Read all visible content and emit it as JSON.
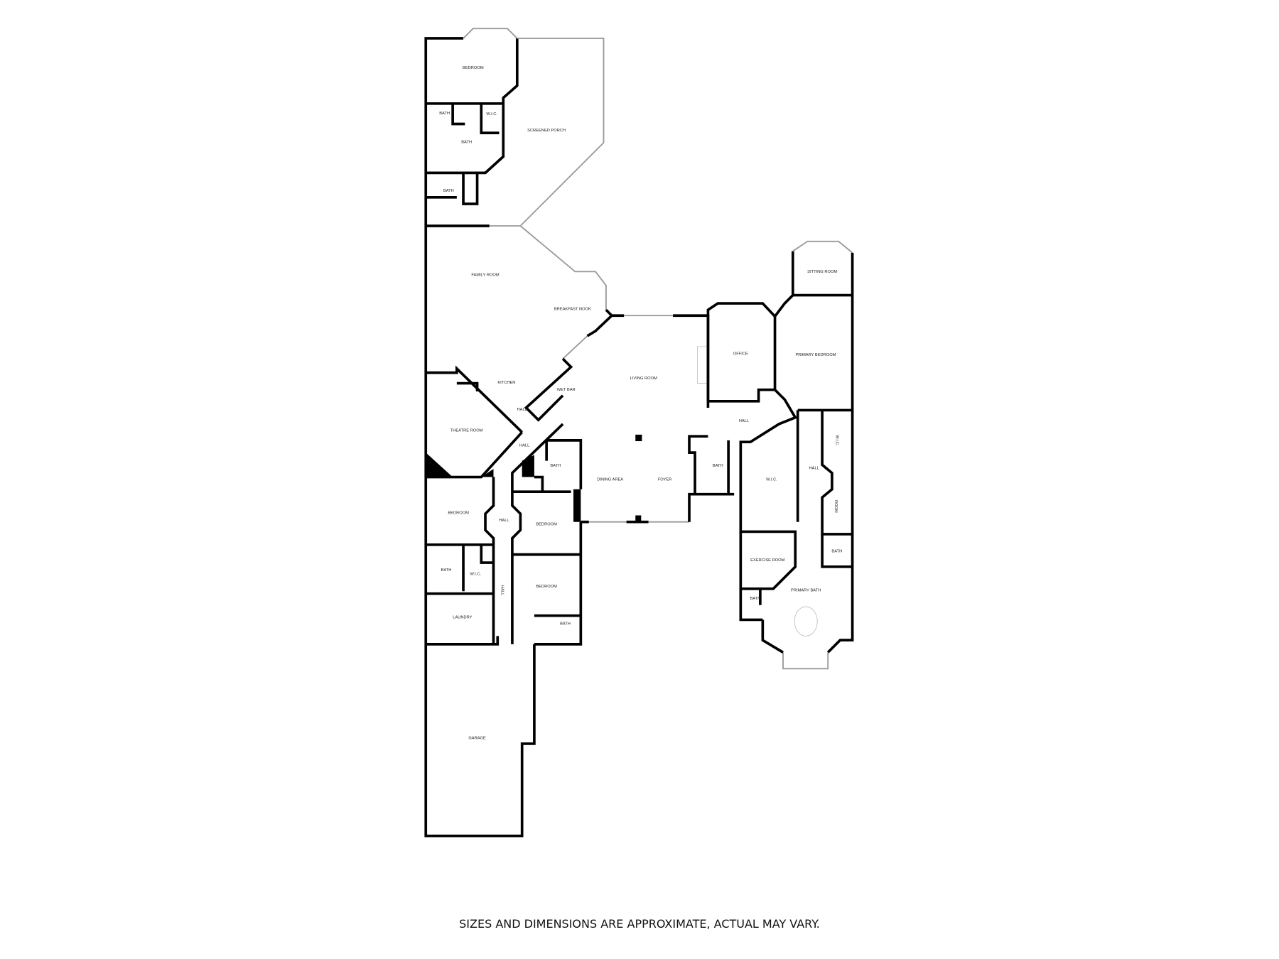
{
  "floor_plan": {
    "rooms": [
      "BEDROOM",
      "SCREENED PORCH",
      "BATH",
      "W.I.C.",
      "BATH",
      "BATH",
      "FAMILY ROOM",
      "BREAKFAST NOOK",
      "KITCHEN",
      "WET BAR",
      "HALL",
      "THEATRE ROOM",
      "HALL",
      "LIVING ROOM",
      "BATH",
      "DINING AREA",
      "FOYER",
      "BEDROOM",
      "HALL",
      "BEDROOM",
      "BATH",
      "W.I.C.",
      "HALL",
      "BEDROOM",
      "LAUNDRY",
      "BATH",
      "GARAGE",
      "SITTING ROOM",
      "OFFICE",
      "PRIMARY BEDROOM",
      "HALL",
      "BATH",
      "W.I.C.",
      "HALL",
      "W.I.C.",
      "ROOM",
      "BATH",
      "EXERCISE ROOM",
      "PRIMARY BATH",
      "BATH"
    ]
  },
  "footer": {
    "disclaimer": "SIZES AND DIMENSIONS ARE APPROXIMATE, ACTUAL MAY VARY."
  }
}
